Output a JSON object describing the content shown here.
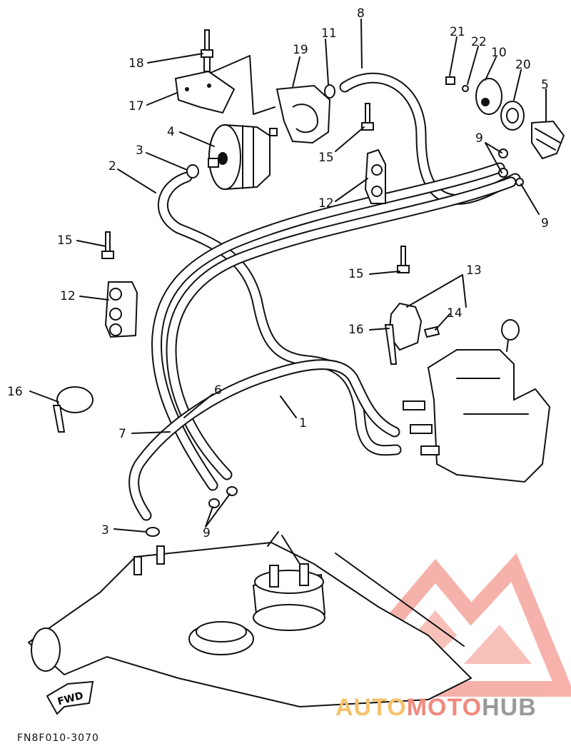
{
  "diagram": {
    "part_labels": [
      "1",
      "2",
      "3",
      "3",
      "4",
      "5",
      "6",
      "7",
      "8",
      "9",
      "9",
      "9",
      "10",
      "11",
      "12",
      "12",
      "13",
      "14",
      "15",
      "15",
      "15",
      "16",
      "16",
      "17",
      "18",
      "19",
      "20",
      "21",
      "22"
    ],
    "fwd_label": "FWD",
    "drawing_code": "FN8F010-3070"
  },
  "watermark": {
    "auto": "AUTO",
    "moto": "MOTO",
    "hub": "HUB",
    "colors": {
      "auto": "#f5c26b",
      "moto": "#f08a7e",
      "hub": "#9a9a9a",
      "logo": "#f26b5f"
    }
  }
}
